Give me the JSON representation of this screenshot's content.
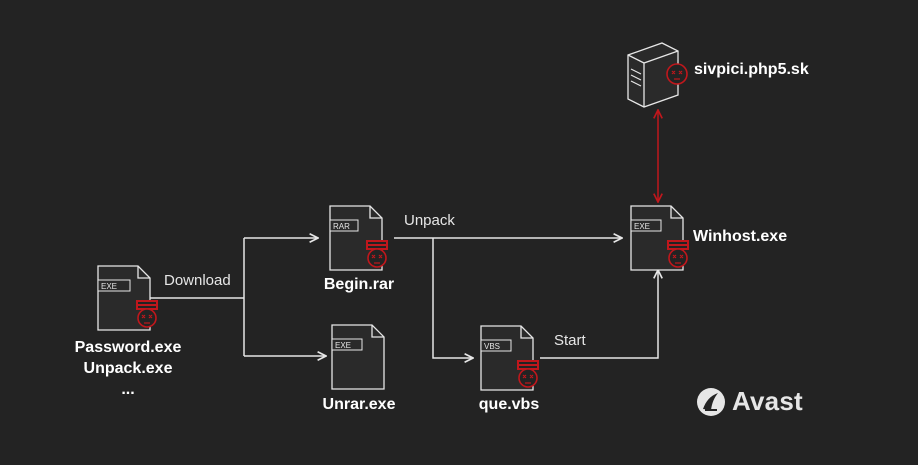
{
  "nodes": {
    "password": {
      "lines": [
        "Password.exe",
        "Unpack.exe",
        "..."
      ],
      "badge": "EXE"
    },
    "begin": {
      "name": "Begin.rar",
      "badge": "RAR"
    },
    "unrar": {
      "name": "Unrar.exe",
      "badge": "EXE"
    },
    "que": {
      "name": "que.vbs",
      "badge": "VBS"
    },
    "winhost": {
      "name": "Winhost.exe",
      "badge": "EXE"
    },
    "server": {
      "name": "sivpici.php5.sk"
    }
  },
  "edges": {
    "download": "Download",
    "unpack": "Unpack",
    "start": "Start"
  },
  "brand": {
    "name": "Avast"
  },
  "colors": {
    "background": "#232323",
    "line": "#e6e6e6",
    "malicious": "#c0171c"
  },
  "icons": [
    "file-icon",
    "skull-icon",
    "server-icon",
    "avast-logo-icon"
  ]
}
